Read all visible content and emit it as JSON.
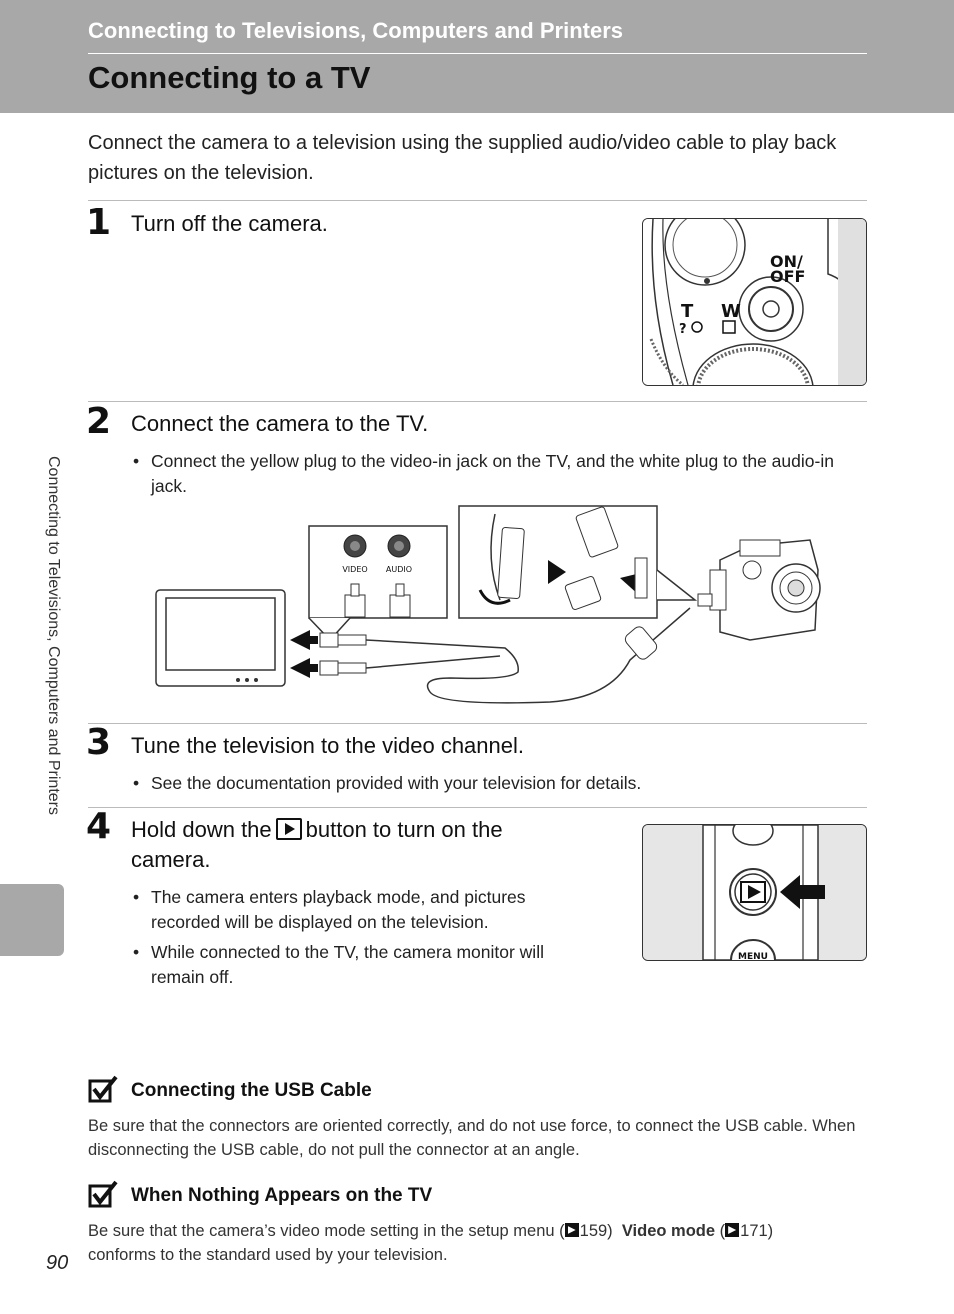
{
  "header": {
    "section_title": "Connecting to Televisions, Computers and Printers",
    "page_title": "Connecting to a TV"
  },
  "intro": "Connect the camera to a television using the supplied audio/video cable to play back pictures on the television.",
  "steps": [
    {
      "number": "1",
      "title": "Turn off the camera."
    },
    {
      "number": "2",
      "title": "Connect the camera to the TV.",
      "bullets": [
        "Connect the yellow plug to the video-in jack on the TV, and the white plug to the audio-in jack."
      ]
    },
    {
      "number": "3",
      "title": "Tune the television to the video channel.",
      "bullets": [
        "See the documentation provided with your television for details."
      ]
    },
    {
      "number": "4",
      "title_before": "Hold down the",
      "title_after": "button to turn on the camera.",
      "bullets": [
        "The camera enters playback mode, and pictures recorded will be displayed on the television.",
        "While connected to the TV, the camera monitor will remain off."
      ]
    }
  ],
  "figures": {
    "on_off_label": "ON/ OFF",
    "zoom_t": "T",
    "zoom_w": "W",
    "video_jack_label": "VIDEO",
    "audio_jack_label": "AUDIO",
    "menu_label": "MENU"
  },
  "notes": [
    {
      "title": "Connecting the USB Cable",
      "body": "Be sure that the connectors are oriented correctly, and do not use force, to connect the USB cable. When disconnecting the USB cable, do not pull the connector at an angle."
    },
    {
      "title": "When Nothing Appears on the TV",
      "body_before": "Be sure that the camera’s video mode setting in the setup menu (",
      "ref1": "159)",
      "bold": "Video mode",
      "ref_open": " (",
      "ref2": "171)",
      "body_after": "conforms to the standard used by your television."
    }
  ],
  "sidebar_text": "Connecting to Televisions, Computers and Printers",
  "page_number": "90"
}
